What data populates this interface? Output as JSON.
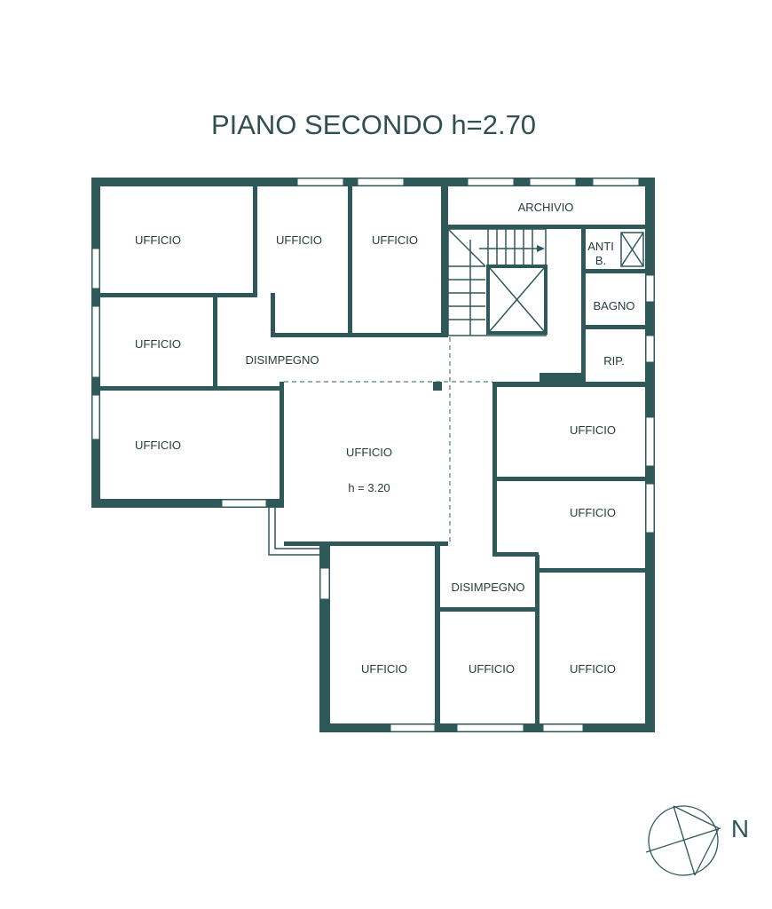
{
  "title": "PIANO SECONDO h=2.70",
  "rooms": {
    "ufficio_1": "UFFICIO",
    "ufficio_2": "UFFICIO",
    "ufficio_3": "UFFICIO",
    "ufficio_4": "UFFICIO",
    "ufficio_5": "UFFICIO",
    "ufficio_center": "UFFICIO",
    "ufficio_center_height": "h = 3.20",
    "ufficio_6": "UFFICIO",
    "ufficio_7": "UFFICIO",
    "ufficio_8": "UFFICIO",
    "ufficio_9": "UFFICIO",
    "ufficio_10": "UFFICIO",
    "archivio": "ARCHIVIO",
    "anti_1": "ANTI",
    "anti_2": "B.",
    "bagno": "BAGNO",
    "rip": "RIP.",
    "disimpegno_1": "DISIMPEGNO",
    "disimpegno_2": "DISIMPEGNO"
  },
  "compass": {
    "label": "N"
  },
  "colors": {
    "wall": "#2f5858",
    "text": "#263c3c"
  }
}
